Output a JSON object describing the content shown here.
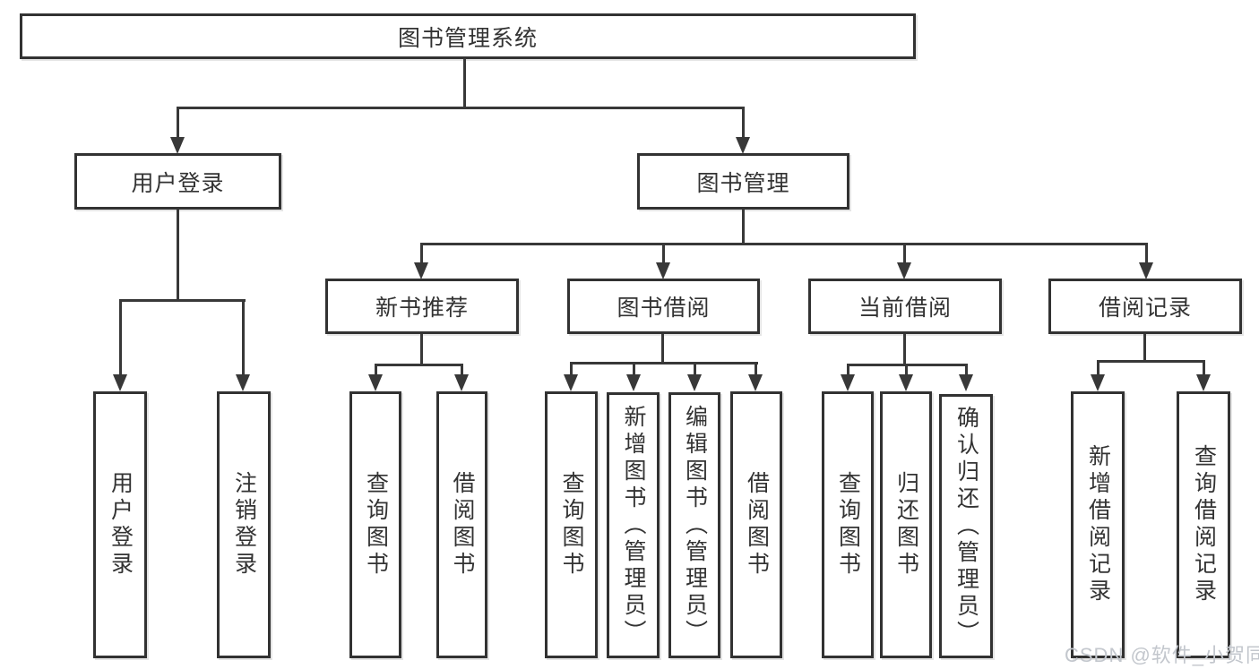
{
  "chart_type": "tree-diagram",
  "colors": {
    "box_border": "#323232",
    "connector": "#383838",
    "text": "#333333",
    "watermark_text": "#c3c7cd",
    "background": "#ffffff"
  },
  "watermark": {
    "text": "CSDN @软件_小贺同学"
  },
  "tree": {
    "label": "图书管理系统",
    "children": [
      {
        "label": "用户登录",
        "children": [
          {
            "label": "用户登录"
          },
          {
            "label": "注销登录"
          }
        ]
      },
      {
        "label": "图书管理",
        "children": [
          {
            "label": "新书推荐",
            "children": [
              {
                "label": "查询图书"
              },
              {
                "label": "借阅图书"
              }
            ]
          },
          {
            "label": "图书借阅",
            "children": [
              {
                "label": "查询图书"
              },
              {
                "label": "新增图书（管理员）"
              },
              {
                "label": "编辑图书（管理员）"
              },
              {
                "label": "借阅图书"
              }
            ]
          },
          {
            "label": "当前借阅",
            "children": [
              {
                "label": "查询图书"
              },
              {
                "label": "归还图书"
              },
              {
                "label": "确认归还（管理员）"
              }
            ]
          },
          {
            "label": "借阅记录",
            "children": [
              {
                "label": "新增借阅记录"
              },
              {
                "label": "查询借阅记录"
              }
            ]
          }
        ]
      }
    ]
  }
}
